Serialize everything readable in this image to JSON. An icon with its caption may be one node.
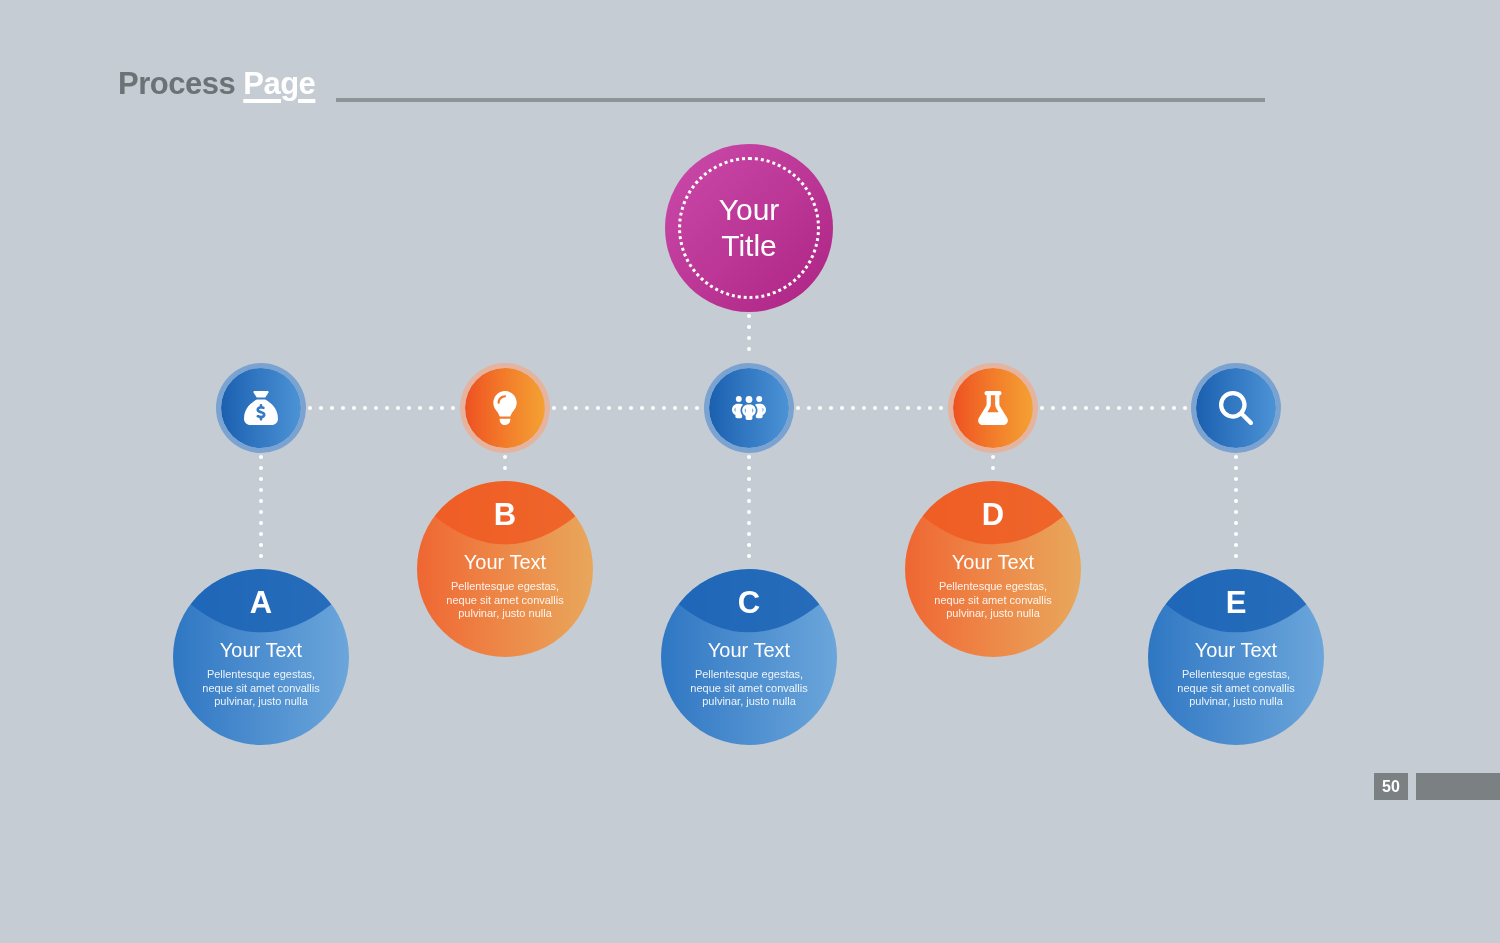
{
  "diagram": {
    "title": "Process Page",
    "nodes": [
      {
        "text": [
          "Your Title"
        ]
      },
      {
        "text": [],
        "shape": "circle"
      },
      {
        "text": [],
        "shape": "circle"
      },
      {
        "text": [],
        "shape": "circle"
      },
      {
        "text": [],
        "shape": "circle"
      },
      {
        "text": [],
        "shape": "circle"
      },
      {
        "text": [
          "A",
          "Your Text",
          "Pellentesque egestas, neque sit amet convallis pulvinar, justo nulla"
        ]
      },
      {
        "text": [
          "B",
          "Your Text",
          "Pellentesque egestas, neque sit amet convallis pulvinar, justo nulla"
        ]
      },
      {
        "text": [
          "C",
          "Your Text",
          "Pellentesque egestas, neque sit amet convallis pulvinar, justo nulla"
        ]
      },
      {
        "text": [
          "D",
          "Your Text",
          "Pellentesque egestas, neque sit amet convallis pulvinar, justo nulla"
        ]
      },
      {
        "text": [
          "E",
          "Your Text",
          "Pellentesque egestas, neque sit amet convallis pulvinar, justo nulla"
        ]
      }
    ],
    "edges": [
      {
        "from": 0,
        "to": 3,
        "arrow": "none",
        "style": "dashed"
      },
      {
        "from": 1,
        "to": 2,
        "arrow": "none",
        "style": "dashed"
      },
      {
        "from": 2,
        "to": 3,
        "arrow": "none",
        "style": "dashed"
      },
      {
        "from": 3,
        "to": 4,
        "arrow": "none",
        "style": "dashed"
      },
      {
        "from": 4,
        "to": 5,
        "arrow": "none",
        "style": "dashed"
      },
      {
        "from": 1,
        "to": 6,
        "arrow": "none",
        "style": "dashed"
      },
      {
        "from": 2,
        "to": 7,
        "arrow": "none",
        "style": "dashed"
      },
      {
        "from": 3,
        "to": 8,
        "arrow": "none",
        "style": "dashed"
      },
      {
        "from": 4,
        "to": 9,
        "arrow": "none",
        "style": "dashed"
      },
      {
        "from": 5,
        "to": 10,
        "arrow": "none",
        "style": "dashed"
      }
    ],
    "labels": [
      "50"
    ]
  }
}
